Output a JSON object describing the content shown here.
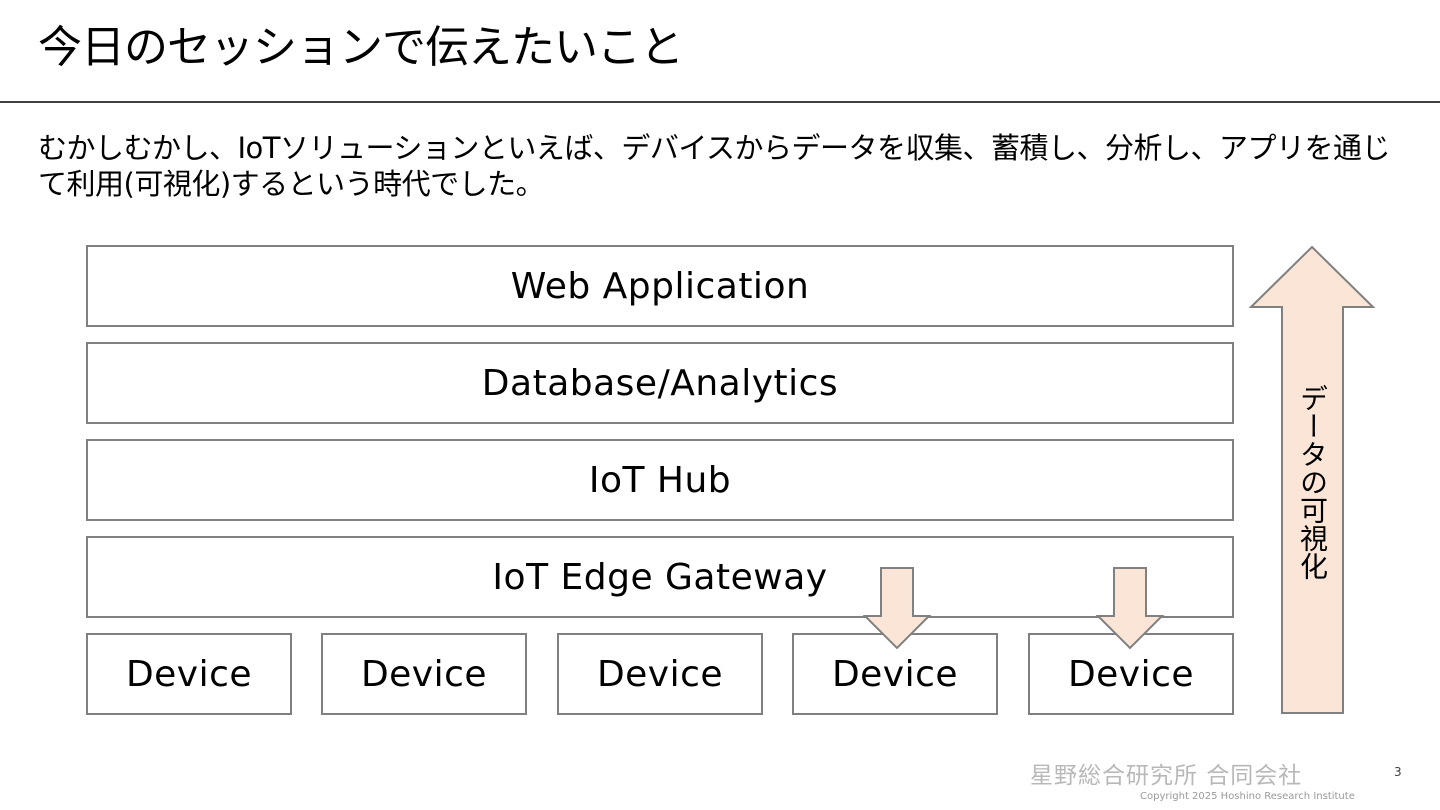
{
  "slide": {
    "title": "今日のセッションで伝えたいこと",
    "intro": "むかしむかし、IoTソリューションといえば、デバイスからデータを収集、蓄積し、分析し、アプリを通じて利用(可視化)するという時代でした。",
    "page_number": "3"
  },
  "diagram": {
    "layers": [
      "Web Application",
      "Database/Analytics",
      "IoT Hub",
      "IoT Edge Gateway"
    ],
    "devices": [
      "Device",
      "Device",
      "Device",
      "Device",
      "Device"
    ],
    "flow_arrow_label": "データの可視化"
  },
  "footer": {
    "company": "星野総合研究所 合同会社",
    "copyright": "Copyright 2025 Hoshino Research Institute"
  },
  "colors": {
    "arrow_fill": "#fbe5d6",
    "arrow_stroke": "#808080",
    "box_border": "#808080",
    "title_rule": "#404040"
  }
}
